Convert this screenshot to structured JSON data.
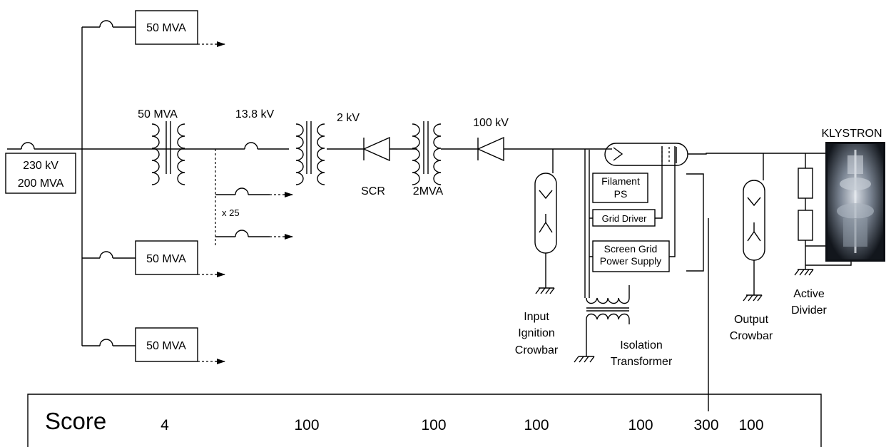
{
  "source": {
    "line1": "230 kV",
    "line2": "200 MVA"
  },
  "aux_boxes": [
    "50 MVA",
    "50 MVA",
    "50 MVA"
  ],
  "labels": {
    "t1": "50 MVA",
    "t2": "13.8 kV",
    "t3": "2 kV",
    "scr": "SCR",
    "t4": "2MVA",
    "kv100": "100 kV",
    "x25": "x 25",
    "klystron": "KLYSTRON",
    "filament_1": "Filament",
    "filament_2": "PS",
    "grid_driver": "Grid Driver",
    "screen_grid_1": "Screen Grid",
    "screen_grid_2": "Power Supply",
    "input_crowbar": [
      "Input",
      "Ignition",
      "Crowbar"
    ],
    "isolation": [
      "Isolation",
      "Transformer"
    ],
    "output_crowbar": [
      "Output",
      "Crowbar"
    ],
    "active_divider": [
      "Active",
      "Divider"
    ]
  },
  "score": {
    "title": "Score",
    "values": [
      "4",
      "100",
      "100",
      "100",
      "100",
      "300",
      "100"
    ]
  },
  "colors": {
    "line": "#000000",
    "background": "#ffffff"
  }
}
